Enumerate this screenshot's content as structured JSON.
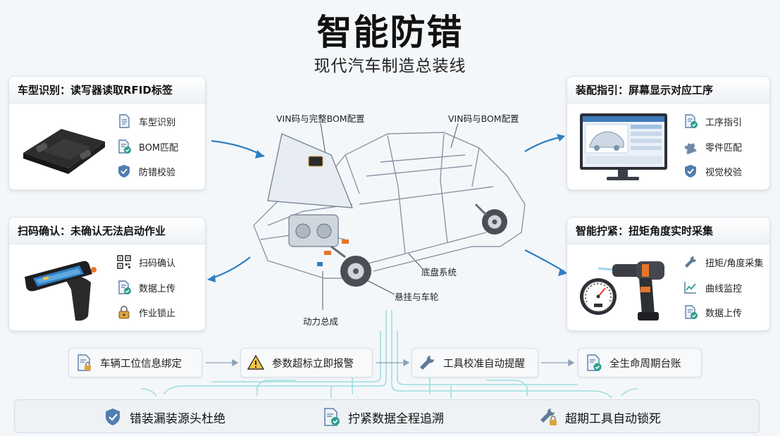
{
  "header": {
    "title": "智能防错",
    "subtitle": "现代汽车制造总装线"
  },
  "panels": {
    "vehicle_id": {
      "title": "车型识别：读写器读取RFID标签",
      "features": [
        {
          "label": "车型识别",
          "icon": "document-icon"
        },
        {
          "label": "BOM匹配",
          "icon": "document-check-icon"
        },
        {
          "label": "防错校验",
          "icon": "shield-check-icon"
        }
      ]
    },
    "scan_confirm": {
      "title": "扫码确认：未确认无法启动作业",
      "features": [
        {
          "label": "扫码确认",
          "icon": "qr-code-icon"
        },
        {
          "label": "数据上传",
          "icon": "document-check-icon"
        },
        {
          "label": "作业锁止",
          "icon": "lock-icon"
        }
      ]
    },
    "assembly_guide": {
      "title": "装配指引：屏幕显示对应工序",
      "features": [
        {
          "label": "工序指引",
          "icon": "document-check-icon"
        },
        {
          "label": "零件匹配",
          "icon": "puzzle-icon"
        },
        {
          "label": "视觉校验",
          "icon": "shield-check-icon"
        }
      ]
    },
    "smart_tightening": {
      "title": "智能拧紧：扭矩角度实时采集",
      "features": [
        {
          "label": "扭矩/角度采集",
          "icon": "wrench-bolt-icon"
        },
        {
          "label": "曲线监控",
          "icon": "line-chart-icon"
        },
        {
          "label": "数据上传",
          "icon": "document-check-icon"
        }
      ]
    }
  },
  "car_labels": {
    "vin_full_bom": "VIN码与完整BOM配置",
    "vin_bom": "VIN码与BOM配置",
    "chassis": "底盘系统",
    "suspension": "悬挂与车轮",
    "powertrain": "动力总成"
  },
  "flow": [
    {
      "label": "车辆工位信息绑定",
      "icon": "document-lock-icon"
    },
    {
      "label": "参数超标立即报警",
      "icon": "warning-icon"
    },
    {
      "label": "工具校准自动提醒",
      "icon": "wrench-icon"
    },
    {
      "label": "全生命周期台账",
      "icon": "document-check-icon"
    }
  ],
  "bottom": [
    {
      "label": "错装漏装源头杜绝",
      "icon": "shield-check-icon"
    },
    {
      "label": "拧紧数据全程追溯",
      "icon": "document-check-icon"
    },
    {
      "label": "超期工具自动锁死",
      "icon": "wrench-lock-icon"
    }
  ],
  "colors": {
    "accent_blue": "#2f7fc1",
    "icon_blue": "#5b7fa8",
    "circuit_teal": "#7fd3d6",
    "tool_orange": "#e8742a"
  }
}
